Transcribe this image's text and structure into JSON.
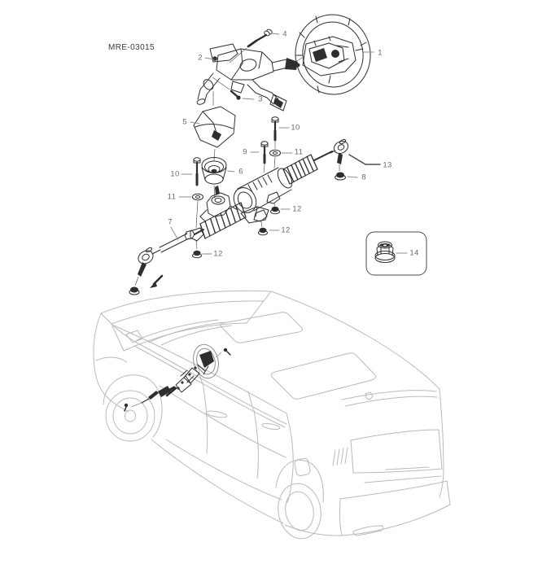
{
  "figure": {
    "code": "MRE-03015"
  },
  "callouts": {
    "c1": "1",
    "c2": "2",
    "c3": "3",
    "c4": "4",
    "c5": "5",
    "c6": "6",
    "c7": "7",
    "c8": "8",
    "c9": "9",
    "c10_left": "10",
    "c10_right": "10",
    "c11_left": "11",
    "c11_right": "11",
    "c12_top": "12",
    "c12_mid": "12",
    "c12_bottom": "12",
    "c13": "13",
    "c14": "14"
  },
  "colors": {
    "part_line": "#2e2e2e",
    "vehicle_line": "#bababa",
    "label_text": "#6a6a6a",
    "leader_line": "#8c8c8c",
    "background": "#ffffff"
  }
}
